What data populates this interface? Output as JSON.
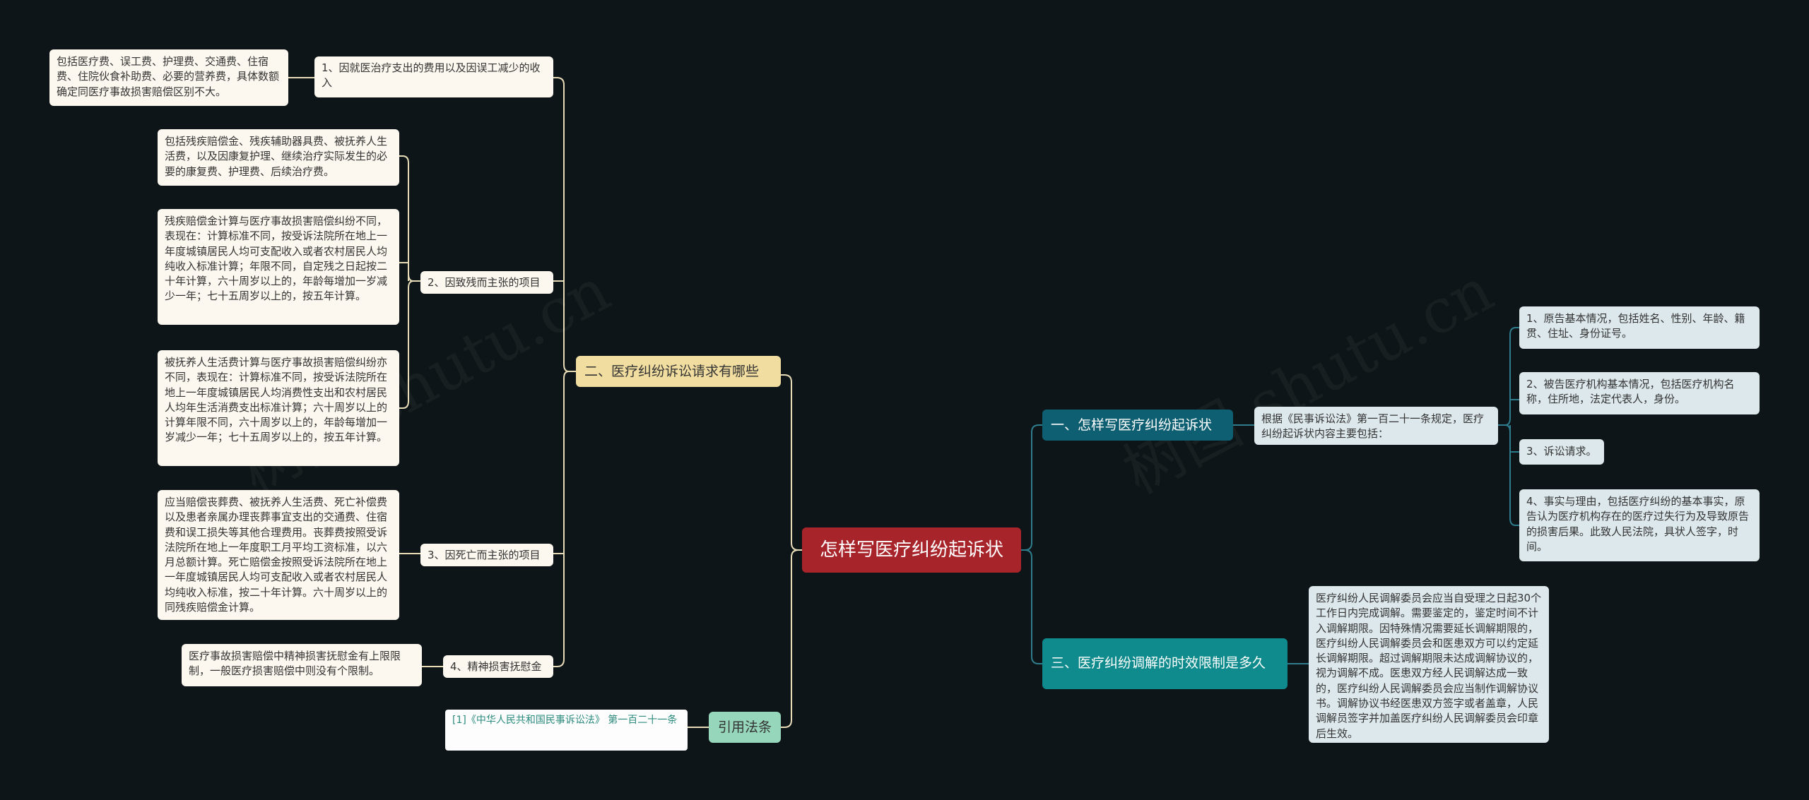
{
  "root": {
    "label": "怎样写医疗纠纷起诉状"
  },
  "watermarks": [
    "树图 shutu.cn",
    "树图 shutu.cn"
  ],
  "left": {
    "branch2": {
      "label": "二、医疗纠纷诉讼请求有哪些",
      "items": [
        {
          "label": "1、因就医治疗支出的费用以及因误工减少的收入",
          "details": [
            "包括医疗费、误工费、护理费、交通费、住宿费、住院伙食补助费、必要的营养费，具体数额确定同医疗事故损害赔偿区别不大。"
          ]
        },
        {
          "label": "2、因致残而主张的项目",
          "details": [
            "包括残疾赔偿金、残疾辅助器具费、被抚养人生活费，以及因康复护理、继续治疗实际发生的必要的康复费、护理费、后续治疗费。",
            "残疾赔偿金计算与医疗事故损害赔偿纠纷不同，表现在：计算标准不同，按受诉法院所在地上一年度城镇居民人均可支配收入或者农村居民人均纯收入标准计算；年限不同，自定残之日起按二十年计算，六十周岁以上的，年龄每增加一岁减少一年；七十五周岁以上的，按五年计算。",
            "被抚养人生活费计算与医疗事故损害赔偿纠纷亦不同，表现在：计算标准不同，按受诉法院所在地上一年度城镇居民人均消费性支出和农村居民人均年生活消费支出标准计算；六十周岁以上的计算年限不同，六十周岁以上的，年龄每增加一岁减少一年；七十五周岁以上的，按五年计算。"
          ]
        },
        {
          "label": "3、因死亡而主张的项目",
          "details": [
            "应当赔偿丧葬费、被抚养人生活费、死亡补偿费以及患者亲属办理丧葬事宜支出的交通费、住宿费和误工损失等其他合理费用。丧葬费按照受诉法院所在地上一年度职工月平均工资标准，以六月总额计算。死亡赔偿金按照受诉法院所在地上一年度城镇居民人均可支配收入或者农村居民人均纯收入标准，按二十年计算。六十周岁以上的同残疾赔偿金计算。"
          ]
        },
        {
          "label": "4、精神损害抚慰金",
          "details": [
            "医疗事故损害赔偿中精神损害抚慰金有上限限制，一般医疗损害赔偿中则没有个限制。"
          ]
        }
      ]
    },
    "citation": {
      "label": "引用法条",
      "ref": "[1]《中华人民共和国民事诉讼法》 第一百二十一条"
    }
  },
  "right": {
    "branch1": {
      "label": "一、怎样写医疗纠纷起诉状",
      "intro": "根据《民事诉讼法》第一百二十一条规定，医疗纠纷起诉状内容主要包括：",
      "items": [
        "1、原告基本情况，包括姓名、性别、年龄、籍贯、住址、身份证号。",
        "2、被告医疗机构基本情况，包括医疗机构名称，住所地，法定代表人，身份。",
        "3、诉讼请求。",
        "4、事实与理由，包括医疗纠纷的基本事实，原告认为医疗机构存在的医疗过失行为及导致原告的损害后果。此致人民法院，具状人签字，时间。"
      ]
    },
    "branch3": {
      "label": "三、医疗纠纷调解的时效限制是多久",
      "detail": "医疗纠纷人民调解委员会应当自受理之日起30个工作日内完成调解。需要鉴定的，鉴定时间不计入调解期限。因特殊情况需要延长调解期限的，医疗纠纷人民调解委员会和医患双方可以约定延长调解期限。超过调解期限未达成调解协议的，视为调解不成。医患双方经人民调解达成一致的，医疗纠纷人民调解委员会应当制作调解协议书。调解协议书经医患双方签字或者盖章，人民调解员签字并加盖医疗纠纷人民调解委员会印章后生效。"
    }
  },
  "colors": {
    "background": "#0d1518",
    "root": "#a8242b",
    "branch_left": "#f2dda0",
    "branch_right1": "#0e5f72",
    "branch_right3": "#0f8b8d",
    "citation": "#96d6bb",
    "link_left": "#e8dcb8",
    "link_right": "#2e7c8c"
  }
}
